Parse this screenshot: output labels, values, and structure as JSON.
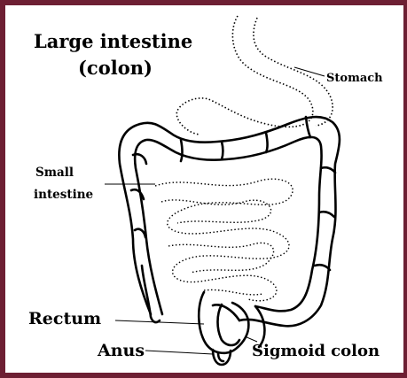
{
  "diagram": {
    "labels": {
      "large_intestine_line1": "Large intestine",
      "large_intestine_line2": "(colon)",
      "stomach": "Stomach",
      "small_intestine_line1": "Small",
      "small_intestine_line2": "intestine",
      "rectum": "Rectum",
      "anus": "Anus",
      "sigmoid_colon": "Sigmoid colon"
    },
    "colors": {
      "frame": "#6d1f33",
      "ink": "#000000"
    }
  }
}
